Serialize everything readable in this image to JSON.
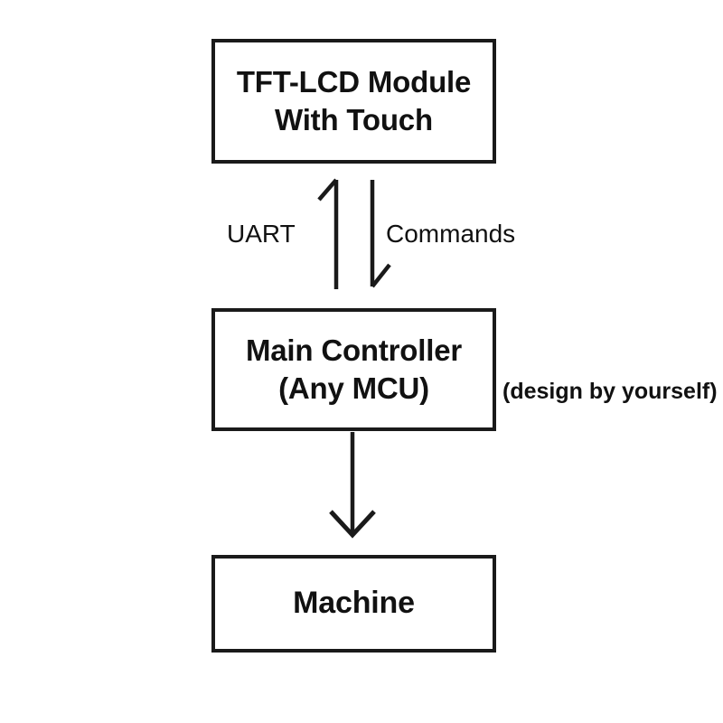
{
  "diagram": {
    "type": "block-diagram",
    "background_color": "#ffffff",
    "stroke_color": "#1a1a1a",
    "text_color": "#111111",
    "nodes": [
      {
        "id": "tft-lcd-module",
        "lines": [
          "TFT-LCD Module",
          "With Touch"
        ]
      },
      {
        "id": "main-controller",
        "lines": [
          "Main Controller",
          "(Any MCU)"
        ]
      },
      {
        "id": "machine",
        "lines": [
          "Machine"
        ]
      }
    ],
    "edges": [
      {
        "id": "mcu-to-lcd",
        "label": "UART",
        "direction": "up",
        "from": "main-controller",
        "to": "tft-lcd-module"
      },
      {
        "id": "lcd-to-mcu",
        "label": "Commands",
        "direction": "down",
        "from": "tft-lcd-module",
        "to": "main-controller"
      },
      {
        "id": "mcu-to-machine",
        "label": "",
        "direction": "down",
        "from": "main-controller",
        "to": "machine"
      }
    ],
    "annotations": [
      {
        "id": "design-note",
        "text": "(design by yourself)"
      }
    ]
  }
}
